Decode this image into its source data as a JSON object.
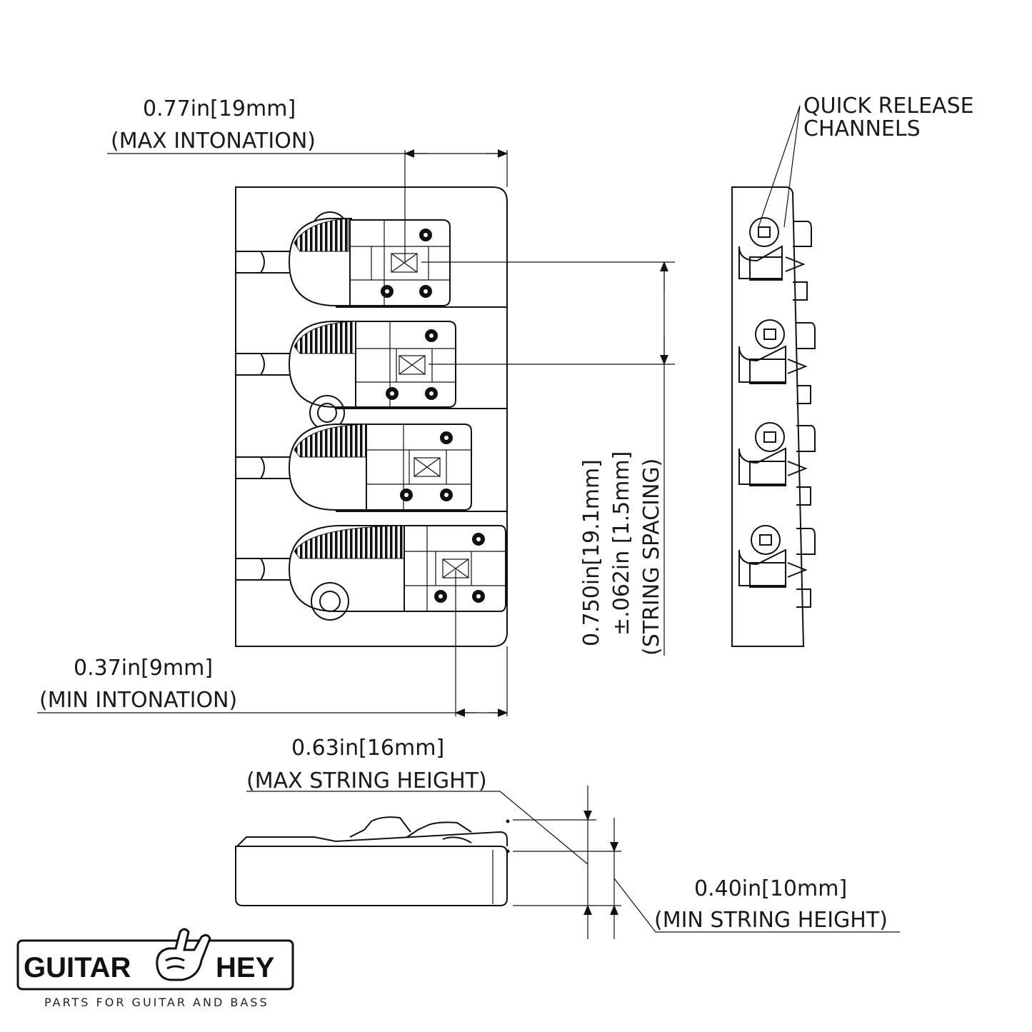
{
  "labels": {
    "max_intonation_value": "0.77in[19mm]",
    "max_intonation_caption": "(MAX INTONATION)",
    "min_intonation_value": "0.37in[9mm]",
    "min_intonation_caption": "(MIN INTONATION)",
    "spacing_value": "0.750in[19.1mm]",
    "spacing_tolerance": "±.062in [1.5mm]",
    "spacing_caption": "(STRING SPACING)",
    "quick_release_line1": "QUICK RELEASE",
    "quick_release_line2": "CHANNELS",
    "max_height_value": "0.63in[16mm]",
    "max_height_caption": "(MAX STRING HEIGHT)",
    "min_height_value": "0.40in[10mm]",
    "min_height_caption": "(MIN STRING HEIGHT)"
  },
  "logo": {
    "left": "GUITAR",
    "right": "HEY",
    "tagline": "PARTS FOR GUITAR AND BASS"
  }
}
